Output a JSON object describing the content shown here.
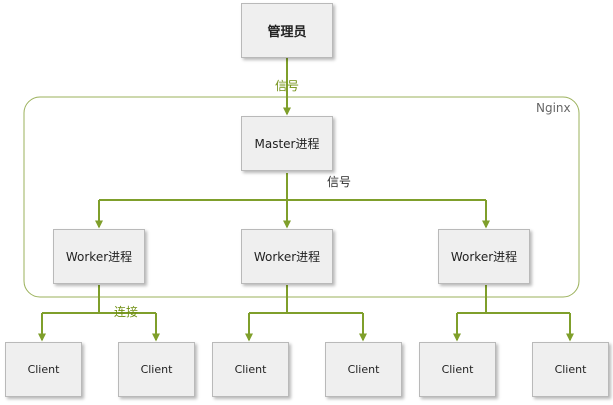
{
  "diagram": {
    "admin_label": "管理员",
    "admin_signal_label": "信号",
    "nginx_label": "Nginx",
    "master_label": "Master进程",
    "master_signal_label": "信号",
    "worker_labels": [
      "Worker进程",
      "Worker进程",
      "Worker进程"
    ],
    "connection_label": "连接",
    "client_labels": [
      "Client",
      "Client",
      "Client",
      "Client",
      "Client",
      "Client"
    ],
    "colors": {
      "connector": "#7f9f2b",
      "box_border": "#b9b9b9",
      "box_fill": "#efefef",
      "green_text": "#6f8f12"
    }
  }
}
